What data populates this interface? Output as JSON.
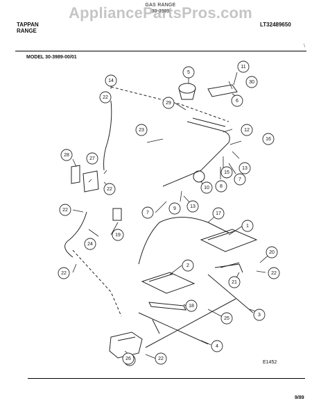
{
  "header": {
    "title": "GAS RANGE",
    "subtitle": "30-3989",
    "brand_line1": "TAPPAN",
    "brand_line2": "RANGE",
    "part_number": "LT32489650",
    "watermark": "AppliancePartsPros.com"
  },
  "model": "MODEL 30-3989-00/01",
  "drawing_code": "E1452",
  "date": "9/89",
  "side_mark": "\\",
  "callouts": [
    "1",
    "2",
    "3",
    "4",
    "5",
    "6",
    "7",
    "7",
    "8",
    "9",
    "10",
    "11",
    "12",
    "13",
    "13",
    "14",
    "15",
    "16",
    "17",
    "18",
    "19",
    "20",
    "21",
    "22",
    "22",
    "22",
    "22",
    "22",
    "22",
    "22",
    "23",
    "24",
    "25",
    "26",
    "27",
    "28",
    "29",
    "30"
  ]
}
